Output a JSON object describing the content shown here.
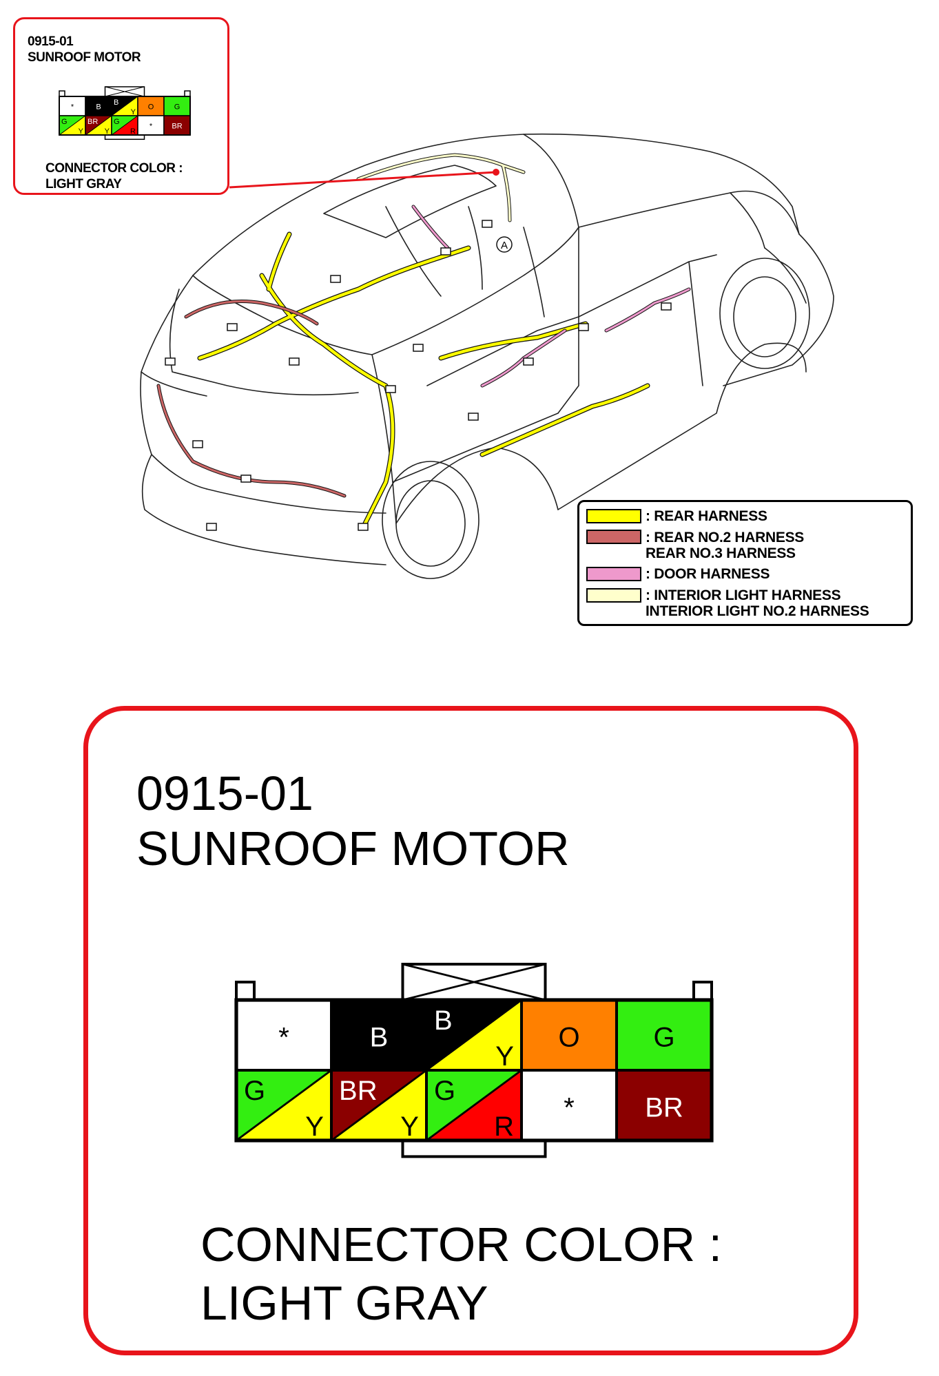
{
  "connector": {
    "code": "0915-01",
    "name": "SUNROOF MOTOR",
    "color_label": "CONNECTOR COLOR :",
    "color_value": "LIGHT GRAY",
    "pins_top": [
      {
        "label": "*",
        "bg": "#ffffff",
        "fg": "#000000"
      },
      {
        "label": "B",
        "bg": "#000000",
        "fg": "#ffffff"
      },
      {
        "label_a": "B",
        "label_b": "Y",
        "color_a": "#000000",
        "color_b": "#ffff00"
      },
      {
        "label": "O",
        "bg": "#ff8000",
        "fg": "#000000"
      },
      {
        "label": "G",
        "bg": "#33ee11",
        "fg": "#000000"
      }
    ],
    "pins_bottom": [
      {
        "label_a": "G",
        "label_b": "Y",
        "color_a": "#33ee11",
        "color_b": "#ffff00"
      },
      {
        "label_a": "BR",
        "label_b": "Y",
        "color_a": "#8b0000",
        "color_b": "#ffff00"
      },
      {
        "label_a": "G",
        "label_b": "R",
        "color_a": "#33ee11",
        "color_b": "#ff0000"
      },
      {
        "label": "*",
        "bg": "#ffffff",
        "fg": "#000000"
      },
      {
        "label": "BR",
        "bg": "#8b0000",
        "fg": "#ffffff"
      }
    ]
  },
  "diagram": {
    "marker_label": "A",
    "callout_color": "#e8141b"
  },
  "legend": {
    "items": [
      {
        "color": "#ffff00",
        "lines": [
          ": REAR HARNESS"
        ]
      },
      {
        "color": "#cc6666",
        "lines": [
          ": REAR NO.2 HARNESS",
          "  REAR NO.3 HARNESS"
        ]
      },
      {
        "color": "#ee99cc",
        "lines": [
          ": DOOR HARNESS"
        ]
      },
      {
        "color": "#ffffcc",
        "lines": [
          ": INTERIOR LIGHT HARNESS",
          "  INTERIOR LIGHT NO.2 HARNESS"
        ]
      }
    ]
  }
}
